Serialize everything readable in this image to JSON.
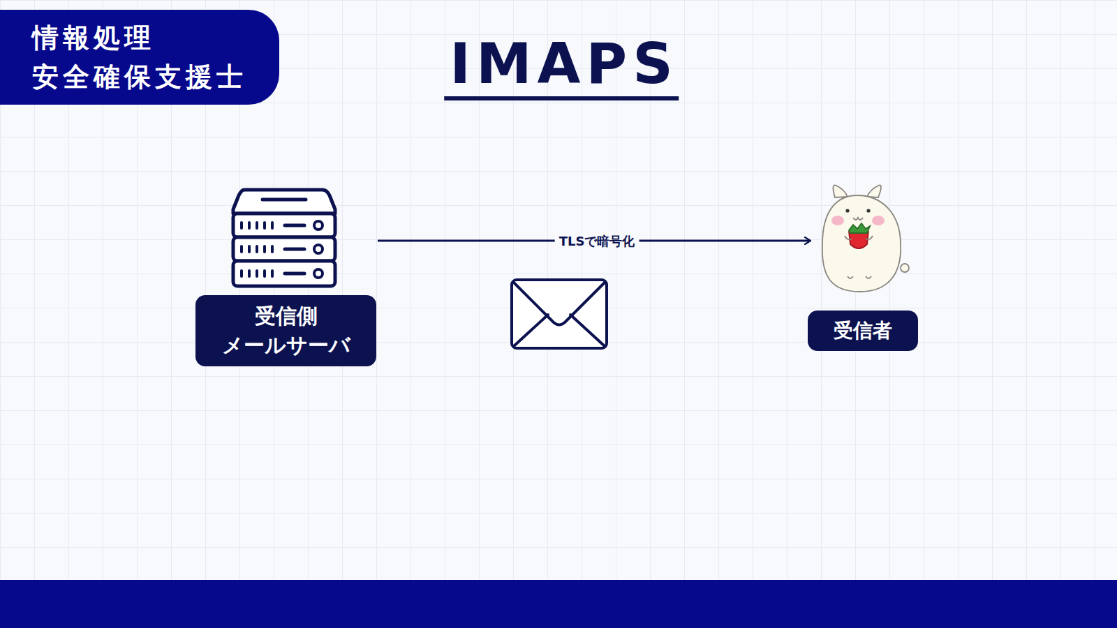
{
  "diagram": {
    "title": "IMAPS",
    "nodes": [
      {
        "text": [
          "情報処理 安全確保支援士"
        ]
      },
      {
        "text": [
          "受信側 メールサーバ"
        ]
      },
      {
        "text": [
          "受信者"
        ]
      }
    ],
    "edges": [
      {
        "from": 1,
        "to": 2,
        "arrow": "to",
        "label": "TLSで暗号化"
      }
    ]
  }
}
